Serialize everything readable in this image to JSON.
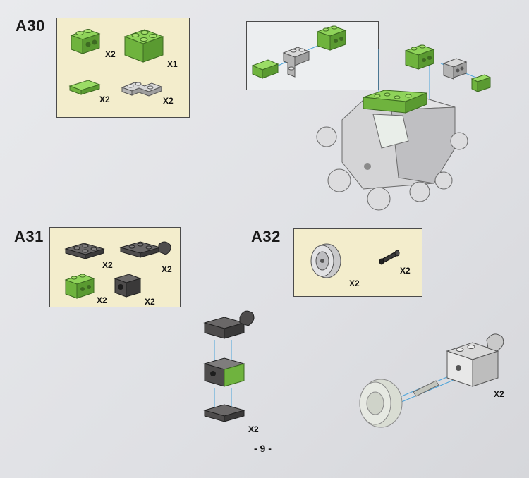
{
  "steps": {
    "a30": {
      "label": "A30",
      "qty": [
        "X2",
        "X1",
        "X2",
        "X2"
      ]
    },
    "a31": {
      "label": "A31",
      "qty": [
        "X2",
        "X2",
        "X2",
        "X2"
      ]
    },
    "a32": {
      "label": "A32",
      "qty": [
        "X2",
        "X2"
      ]
    }
  },
  "assembly": {
    "a31_qty": "X2",
    "a32_qty": "X2"
  },
  "page_number": "- 9 -",
  "colors": {
    "green": "#7cc24a",
    "light_gray": "#c9c9c9",
    "dark_gray": "#4e4c4c",
    "parts_box": "#f3edcc"
  },
  "icons": [
    "brick-2x2-icon",
    "plate-icon",
    "hinge-plate-icon",
    "technic-brick-icon",
    "wheel-icon",
    "axle-pin-icon"
  ]
}
